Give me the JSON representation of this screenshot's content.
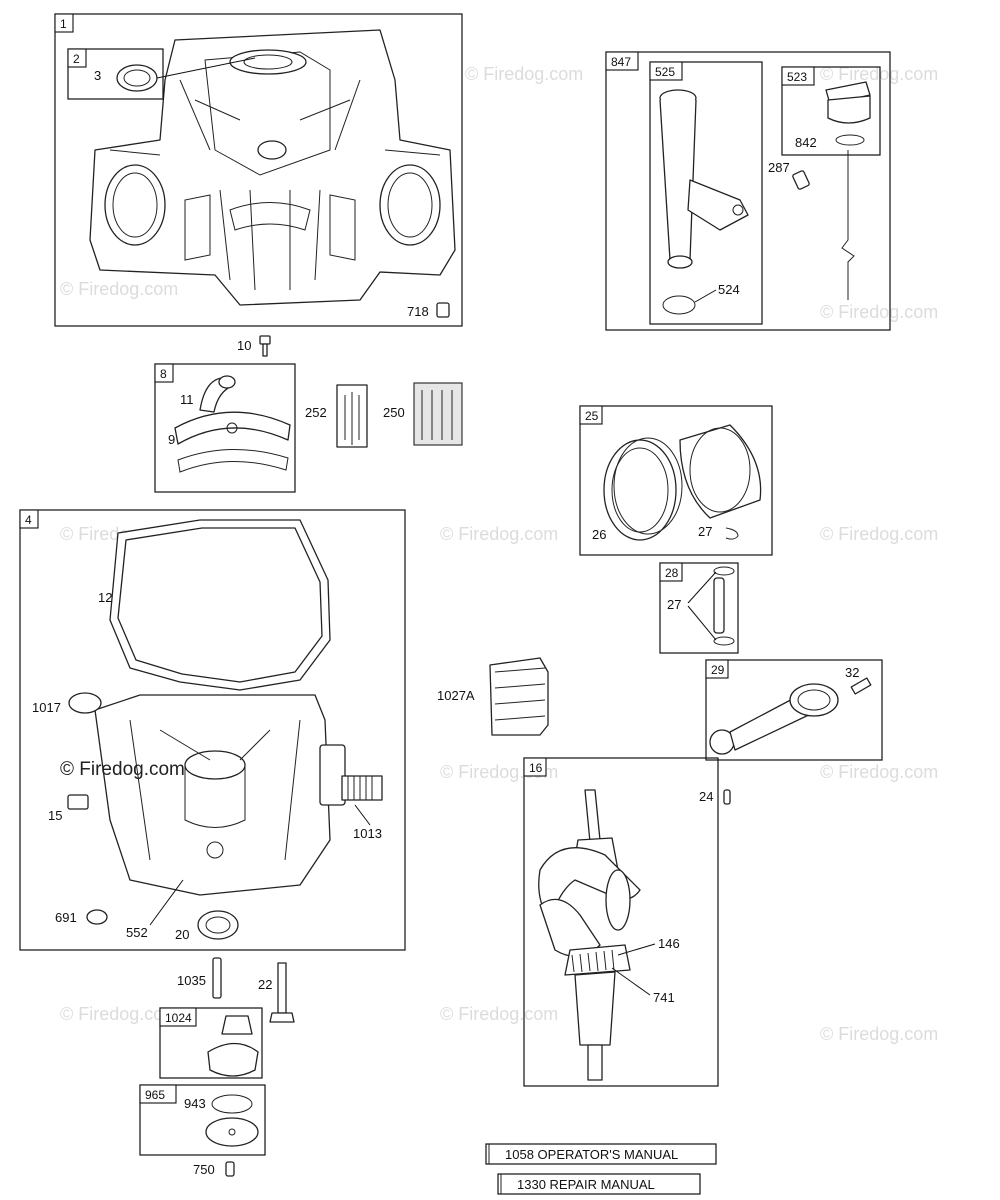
{
  "groups": {
    "g1": "1",
    "g2": "2",
    "g4": "4",
    "g8": "8",
    "g16": "16",
    "g25": "25",
    "g28": "28",
    "g29": "29",
    "g847": "847",
    "g525": "525",
    "g523": "523",
    "g1024": "1024",
    "g965": "965"
  },
  "parts": {
    "p3": "3",
    "p718": "718",
    "p10": "10",
    "p11": "11",
    "p9": "9",
    "p252": "252",
    "p250": "250",
    "p12": "12",
    "p1017": "1017",
    "p15": "15",
    "p1013": "1013",
    "p691": "691",
    "p552": "552",
    "p20": "20",
    "p1035": "1035",
    "p22": "22",
    "p943": "943",
    "p750": "750",
    "p842": "842",
    "p287": "287",
    "p524": "524",
    "p26": "26",
    "p27a": "27",
    "p27b": "27",
    "p32": "32",
    "p1027A": "1027A",
    "p24": "24",
    "p146": "146",
    "p741": "741"
  },
  "manuals": {
    "operators": "1058 OPERATOR'S MANUAL",
    "repair": "1330 REPAIR MANUAL"
  },
  "watermark": {
    "text": "© Firedog.com"
  }
}
